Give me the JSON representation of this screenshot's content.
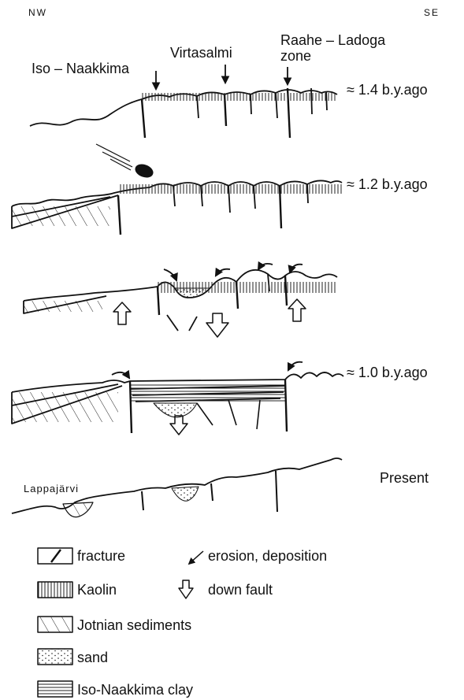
{
  "directions": {
    "left": "NW",
    "right": "SE"
  },
  "places": {
    "iso_naakkima": "Iso – Naakkima",
    "virtasalmi": "Virtasalmi",
    "raahe_ladoga_line1": "Raahe – Ladoga",
    "raahe_ladoga_line2": "zone",
    "lappajarvi": "Lappajärvi"
  },
  "ages": {
    "stage1": "≈ 1.4 b.y.ago",
    "stage2": "≈ 1.2 b.y.ago",
    "stage4": "≈ 1.0 b.y.ago",
    "stage5": "Present"
  },
  "legend": {
    "fracture": "fracture",
    "erosion": "erosion, deposition",
    "kaolin": "Kaolin",
    "down_fault": "down fault",
    "jotnian": "Jotnian sediments",
    "sand": "sand",
    "clay": "Iso-Naakkima clay"
  }
}
